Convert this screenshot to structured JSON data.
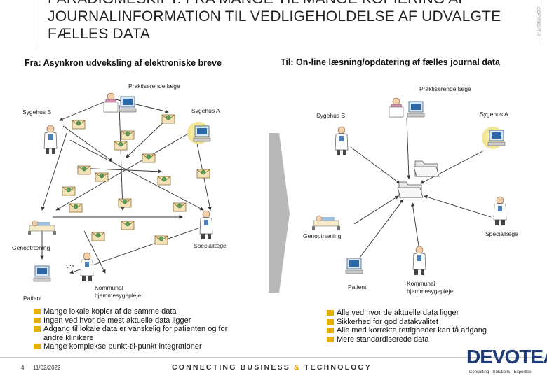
{
  "title": "PARADIGMESKIFT: FRA MANGE TIL MANGE KOPIERING AF JOURNALINFORMATION TIL VEDLIGEHOLDELSE AF UDVALGTE FÆLLES DATA",
  "copyright": "COPYRIGHT ©",
  "left": {
    "heading": "Fra: Asynkron udveksling af elektroniske breve",
    "labels": {
      "praktiserende": "Praktiserende læge",
      "sygehus_b": "Sygehus B",
      "sygehus_a": "Sygehus A",
      "genoptraening": "Genoptræning",
      "speciallaege": "Speciallæge",
      "unknown": "??",
      "patient": "Patient",
      "kommunal": "Kommunal hjemmesygepleje"
    },
    "bullets": [
      "Mange lokale kopier af de samme data",
      "Ingen ved hvor de mest aktuelle data ligger",
      "Adgang til lokale data er vanskelig for patienten og for andre klinikere",
      "Mange komplekse punkt-til-punkt integrationer"
    ]
  },
  "right": {
    "heading": "Til: On-line læsning/opdatering af fælles journal data",
    "labels": {
      "praktiserende": "Praktiserende læge",
      "sygehus_b": "Sygehus B",
      "sygehus_a": "Sygehus A",
      "genoptraening": "Genoptræning",
      "speciallaege": "Speciallæge",
      "patient": "Patient",
      "kommunal": "Kommunal hjemmesygepleje"
    },
    "bullets": [
      "Alle ved hvor de aktuelle data ligger",
      "Sikkerhed for god datakvalitet",
      "Alle med korrekte rettigheder kan få adgang",
      "Mere standardiserede data"
    ]
  },
  "footer": {
    "page": "4",
    "date": "11/02/2022",
    "tagline_a": "CONNECTING BUSINESS",
    "tagline_amp": "&",
    "tagline_b": "TECHNOLOGY",
    "logo": "DEVOTEAM",
    "logo_sub": "Consulting - Solutions - Expertise"
  },
  "colors": {
    "accent": "#e6b000",
    "brand": "#1f3c78",
    "arrow": "#b8b8b8"
  }
}
